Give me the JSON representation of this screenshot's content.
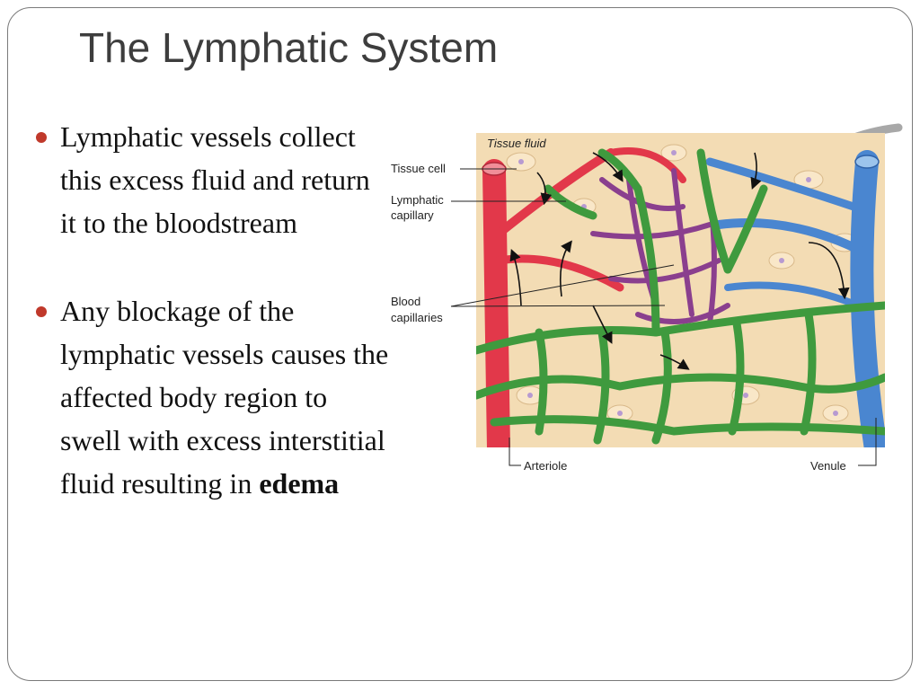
{
  "slide": {
    "title": "The Lymphatic System",
    "bullets": [
      {
        "text": "Lymphatic vessels collect this excess fluid and return it to the bloodstream"
      },
      {
        "text": "Any blockage of the lymphatic vessels causes the affected body region to swell with excess interstitial fluid resulting in ",
        "emphasis": "edema"
      }
    ],
    "bullet_color": "#c0392b"
  },
  "diagram": {
    "labels": {
      "tissue_fluid": "Tissue fluid",
      "tissue_cell": "Tissue cell",
      "lymphatic_capillary_line1": "Lymphatic",
      "lymphatic_capillary_line2": "capillary",
      "blood_capillaries_line1": "Blood",
      "blood_capillaries_line2": "capillaries",
      "arteriole": "Arteriole",
      "venule": "Venule"
    },
    "colors": {
      "background": "#f3dcb4",
      "arteriole": "#e2384a",
      "venule": "#4a86d0",
      "lymphatic": "#3f9a3e",
      "capillary_mix": "#8a3f8e"
    }
  }
}
